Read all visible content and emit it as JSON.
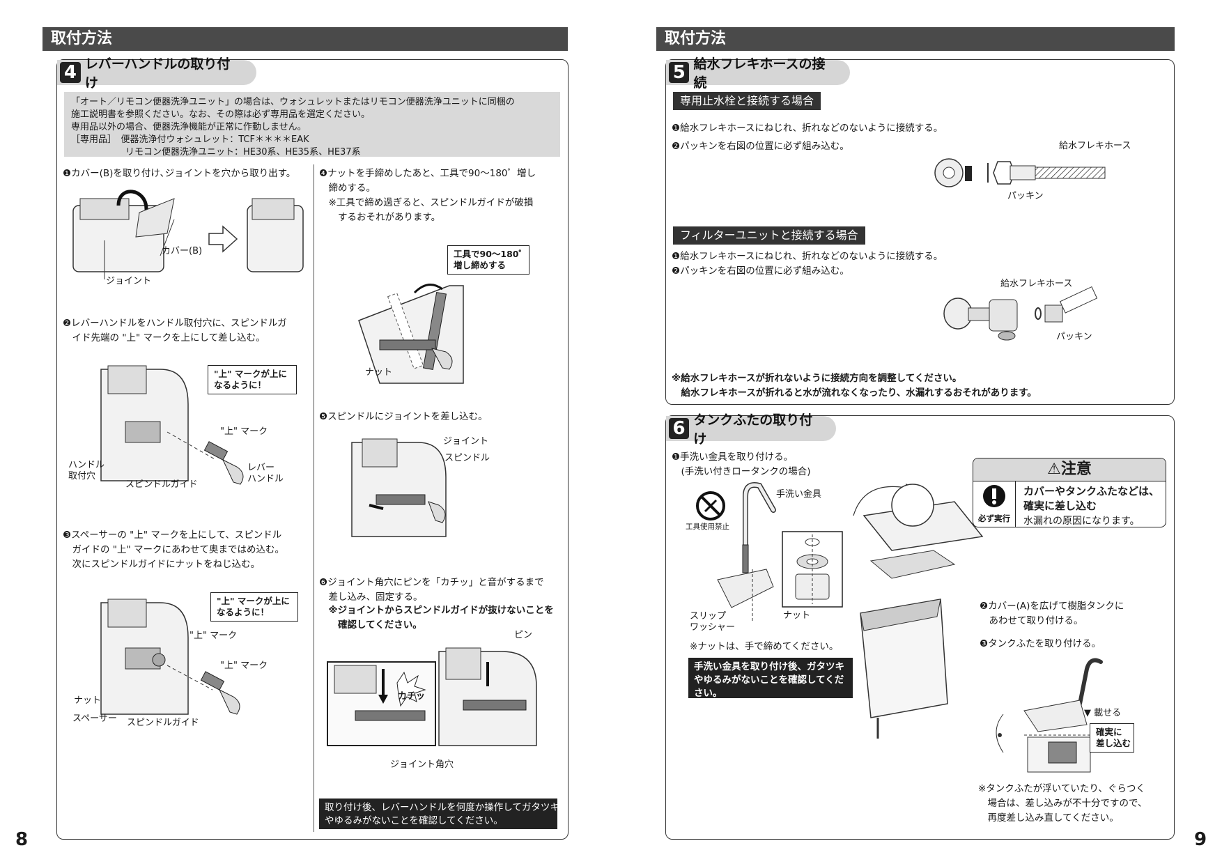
{
  "left_page": {
    "header": "取付方法",
    "page_number": "8",
    "section4": {
      "number": "4",
      "title": "レバーハンドルの取り付け",
      "notice": "「オート／リモコン便器洗浄ユニット」の場合は、ウォシュレットまたはリモコン便器洗浄ユニットに同梱の\n施工説明書を参照ください。なお、その際は必ず専用品を選定ください。\n専用品以外の場合、便器洗浄機能が正常に作動しません。\n［専用品］　便器洗浄付ウォシュレット：TCF＊＊＊＊EAK\n　　　　　　リモコン便器洗浄ユニット：HE30系、HE35系、HE37系",
      "step1": "❶カバー(B)を取り付け､ジョイントを穴から取り出す。",
      "step1_labels": {
        "cover": "カバー(B)",
        "joint": "ジョイント"
      },
      "step2": "❷レバーハンドルをハンドル取付穴に、スピンドルガ\n　イド先端の \"上\" マークを上にして差し込む。",
      "step2_labels": {
        "callout": "\"上\" マークが上に\nなるように！",
        "mark": "\"上\" マーク",
        "hole": "ハンドル\n取付穴",
        "guide": "スピンドルガイド",
        "lever": "レバー\nハンドル"
      },
      "step3": "❸スペーサーの \"上\" マークを上にして、スピンドル\n　ガイドの \"上\" マークにあわせて奥まではめ込む。\n　次にスピンドルガイドにナットをねじ込む。",
      "step3_labels": {
        "callout": "\"上\" マークが上に\nなるように！",
        "mark1": "\"上\" マーク",
        "mark2": "\"上\" マーク",
        "nut": "ナット",
        "spacer": "スペーサー",
        "guide": "スピンドルガイド"
      },
      "step4": "❹ナットを手締めしたあと、工具で90～180゜増し\n　締めする。\n　※工具で締め過ぎると、スピンドルガイドが破損\n　　するおそれがあります。",
      "step4_labels": {
        "callout": "工具で90～180゜\n増し締めする",
        "nut": "ナット"
      },
      "step5": "❺スピンドルにジョイントを差し込む。",
      "step5_labels": {
        "joint": "ジョイント",
        "spindle": "スピンドル"
      },
      "step6": "❻ジョイント角穴にピンを「カチッ」と音がするまで\n　差し込み、固定する。",
      "step6_note": "　※ジョイントからスピンドルガイドが抜けないことを\n　　確認してください。",
      "step6_labels": {
        "pin": "ピン",
        "click": "カチッ",
        "square_hole": "ジョイント角穴"
      },
      "footer_note": "取り付け後、レバーハンドルを何度か操作してガタツキ\nやゆるみがないことを確認してください。"
    }
  },
  "right_page": {
    "header": "取付方法",
    "page_number": "9",
    "section5": {
      "number": "5",
      "title": "給水フレキホースの接続",
      "sub1": "専用止水栓と接続する場合",
      "sub1_step1": "❶給水フレキホースにねじれ、折れなどのないように接続する。",
      "sub1_step2": "❷パッキンを右図の位置に必ず組み込む。",
      "sub1_labels": {
        "hose": "給水フレキホース",
        "packing": "パッキン"
      },
      "sub2": "フィルターユニットと接続する場合",
      "sub2_step1": "❶給水フレキホースにねじれ、折れなどのないように接続する。",
      "sub2_step2": "❷パッキンを右図の位置に必ず組み込む。",
      "sub2_labels": {
        "hose": "給水フレキホース",
        "packing": "パッキン"
      },
      "note": "※給水フレキホースが折れないように接続方向を調整してください。\n　給水フレキホースが折れると水が流れなくなったり、水漏れするおそれがあります。"
    },
    "section6": {
      "number": "6",
      "title": "タンクふたの取り付け",
      "step1": "❶手洗い金具を取り付ける。\n　(手洗い付きロータンクの場合)",
      "tool_ban": "工具使用禁止",
      "labels": {
        "faucet": "手洗い金具",
        "slip": "スリップ\nワッシャー",
        "nut": "ナット"
      },
      "nut_note": "※ナットは、手で締めてください。",
      "warning_bar": "手洗い金具を取り付け後、ガタツキ\nやゆるみがないことを確認してくだ\nさい。",
      "caution": {
        "title": "注意",
        "must": "必ず実行",
        "main": "カバーやタンクふたなどは、\n確実に差し込む",
        "sub": "水漏れの原因になります。"
      },
      "step2": "❷カバー(A)を広げて樹脂タンクに\n　あわせて取り付ける。",
      "step3": "❸タンクふたを取り付ける。",
      "place": "載せる",
      "insert": "確実に\n差し込む",
      "final_note": "※タンクふたが浮いていたり、ぐらつく\n　場合は、差し込みが不十分ですので、\n　再度差し込み直してください。"
    }
  }
}
